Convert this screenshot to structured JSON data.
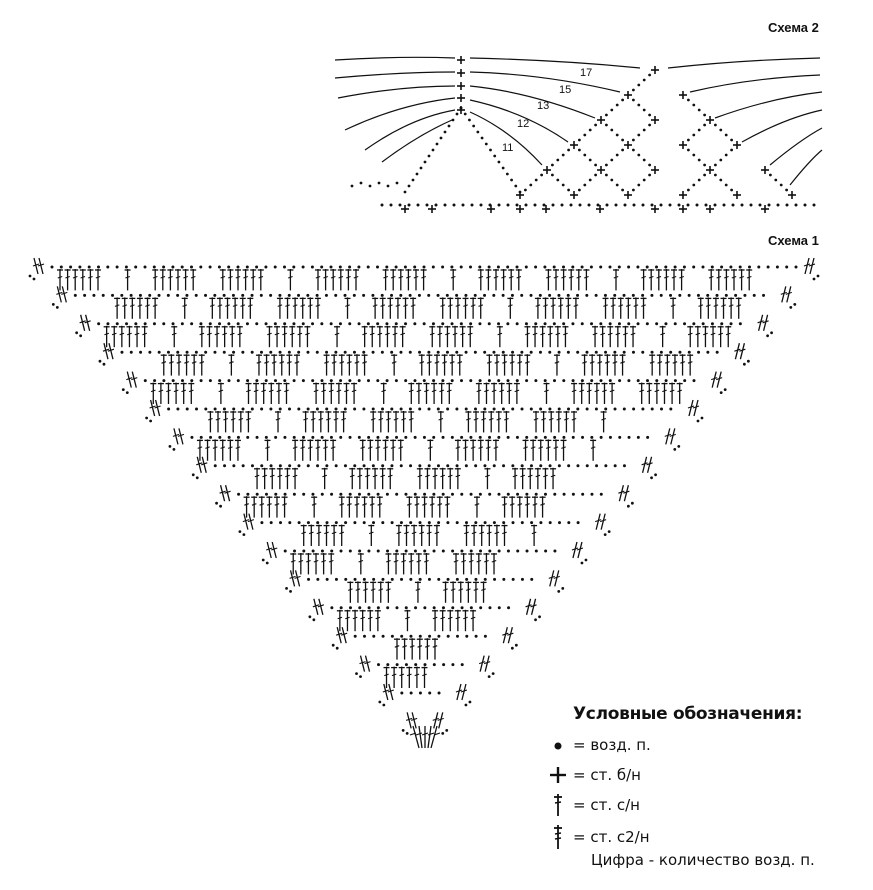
{
  "schemes": {
    "scheme2_title": "Схема 2",
    "scheme1_title": "Схема 1",
    "scheme2_row_numbers": [
      "11",
      "12",
      "13",
      "15",
      "17"
    ]
  },
  "legend": {
    "title": "Условные обозначения:",
    "items": [
      {
        "symbol": "chain-dot-icon",
        "text": "= возд. п."
      },
      {
        "symbol": "single-crochet-cross-icon",
        "text": "= ст. б/н"
      },
      {
        "symbol": "double-crochet-icon",
        "text": "= ст. с/н"
      },
      {
        "symbol": "treble-crochet-icon",
        "text": "= ст. с2/н"
      }
    ],
    "note": "Цифра - количество возд. п."
  },
  "colors": {
    "ink": "#111111",
    "background": "#ffffff"
  }
}
